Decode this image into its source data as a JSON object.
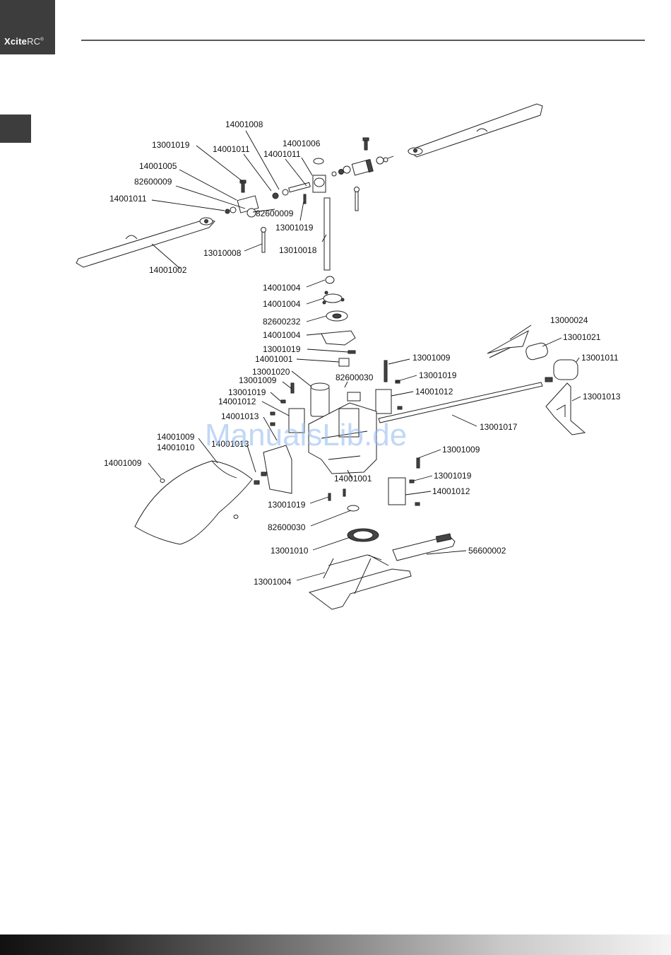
{
  "brand": {
    "logo_bold": "Xcite",
    "logo_light": "RC",
    "logo_mark": "®"
  },
  "watermark": "ManualsLib.de",
  "labels": {
    "l01": "14001008",
    "l02": "13001019",
    "l03": "14001011",
    "l04": "14001006",
    "l05": "14001011",
    "l06": "14001005",
    "l07": "82600009",
    "l08": "14001011",
    "l09": "82600009",
    "l10": "13001019",
    "l11": "13010008",
    "l12": "13010018",
    "l13": "14001002",
    "l14": "14001004",
    "l15": "14001004",
    "l16": "82600232",
    "l17": "14001004",
    "l18": "13001019",
    "l19": "14001001",
    "l20": "13001020",
    "l21": "13001009",
    "l22": "13001019",
    "l23": "14001012",
    "l24": "14001013",
    "l25": "82600030",
    "l26": "13001009",
    "l27": "13001019",
    "l28": "14001012",
    "l29": "13000024",
    "l30": "13001021",
    "l31": "13001011",
    "l32": "13001013",
    "l33": "13001017",
    "l34": "14001009",
    "l35": "14001010",
    "l36": "14001009",
    "l37": "13001009",
    "l38": "14001001",
    "l39": "13001019",
    "l40": "14001012",
    "l41": "13001019",
    "l42": "82600030",
    "l43": "13001010",
    "l44": "56600002",
    "l45": "13001004",
    "l46": "14001013"
  }
}
